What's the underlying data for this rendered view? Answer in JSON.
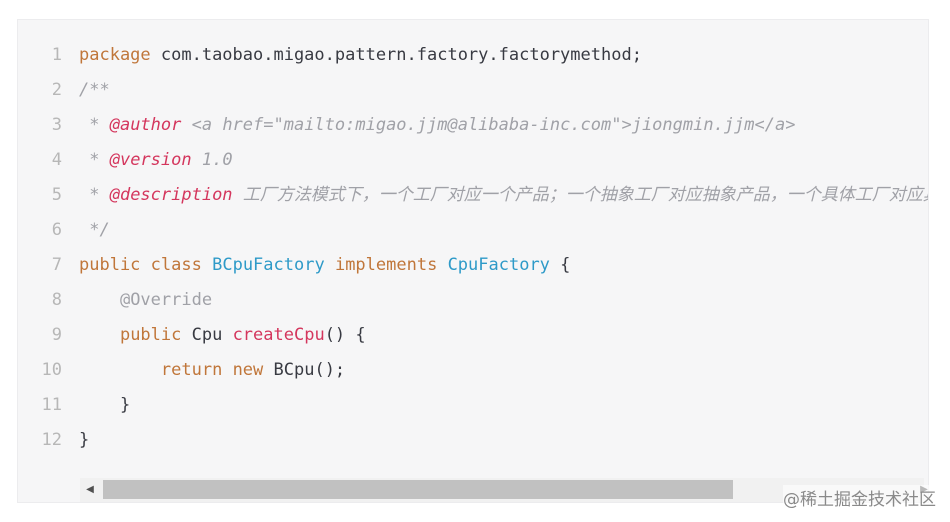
{
  "code_block": {
    "lines": [
      {
        "number": "1",
        "tokens": [
          {
            "t": "package",
            "c": "kw"
          },
          {
            "t": " com.taobao.migao.pattern.factory.factorymethod;",
            "c": ""
          }
        ]
      },
      {
        "number": "2",
        "tokens": [
          {
            "t": "/**",
            "c": "cm"
          }
        ]
      },
      {
        "number": "3",
        "tokens": [
          {
            "t": " * ",
            "c": "cm"
          },
          {
            "t": "@author",
            "c": "tag"
          },
          {
            "t": " <a href=\"mailto:migao.jjm@alibaba-inc.com\">jiongmin.jjm</a>",
            "c": "cm"
          }
        ]
      },
      {
        "number": "4",
        "tokens": [
          {
            "t": " * ",
            "c": "cm"
          },
          {
            "t": "@version",
            "c": "tag"
          },
          {
            "t": " 1.0",
            "c": "cm"
          }
        ]
      },
      {
        "number": "5",
        "tokens": [
          {
            "t": " * ",
            "c": "cm"
          },
          {
            "t": "@description",
            "c": "tag"
          },
          {
            "t": " 工厂方法模式下，一个工厂对应一个产品；一个抽象工厂对应抽象产品，一个具体工厂对应具体产品",
            "c": "cm"
          }
        ]
      },
      {
        "number": "6",
        "tokens": [
          {
            "t": " */",
            "c": "cm"
          }
        ]
      },
      {
        "number": "7",
        "tokens": [
          {
            "t": "public",
            "c": "kw"
          },
          {
            "t": " ",
            "c": ""
          },
          {
            "t": "class",
            "c": "kw"
          },
          {
            "t": " ",
            "c": ""
          },
          {
            "t": "BCpuFactory",
            "c": "cls"
          },
          {
            "t": " ",
            "c": ""
          },
          {
            "t": "implements",
            "c": "kw"
          },
          {
            "t": " ",
            "c": ""
          },
          {
            "t": "CpuFactory",
            "c": "cls"
          },
          {
            "t": " {",
            "c": ""
          }
        ]
      },
      {
        "number": "8",
        "tokens": [
          {
            "t": "    ",
            "c": ""
          },
          {
            "t": "@Override",
            "c": "ann"
          }
        ]
      },
      {
        "number": "9",
        "tokens": [
          {
            "t": "    ",
            "c": ""
          },
          {
            "t": "public",
            "c": "kw"
          },
          {
            "t": " Cpu ",
            "c": ""
          },
          {
            "t": "createCpu",
            "c": "fn"
          },
          {
            "t": "() {",
            "c": ""
          }
        ]
      },
      {
        "number": "10",
        "tokens": [
          {
            "t": "        ",
            "c": ""
          },
          {
            "t": "return",
            "c": "kw"
          },
          {
            "t": " ",
            "c": ""
          },
          {
            "t": "new",
            "c": "kw"
          },
          {
            "t": " BCpu();",
            "c": ""
          }
        ]
      },
      {
        "number": "11",
        "tokens": [
          {
            "t": "    }",
            "c": ""
          }
        ]
      },
      {
        "number": "12",
        "tokens": [
          {
            "t": "}",
            "c": ""
          }
        ]
      }
    ]
  },
  "scrollbar": {
    "left_arrow": "◀",
    "right_arrow": "▶"
  },
  "watermark": "@稀土掘金技术社区"
}
